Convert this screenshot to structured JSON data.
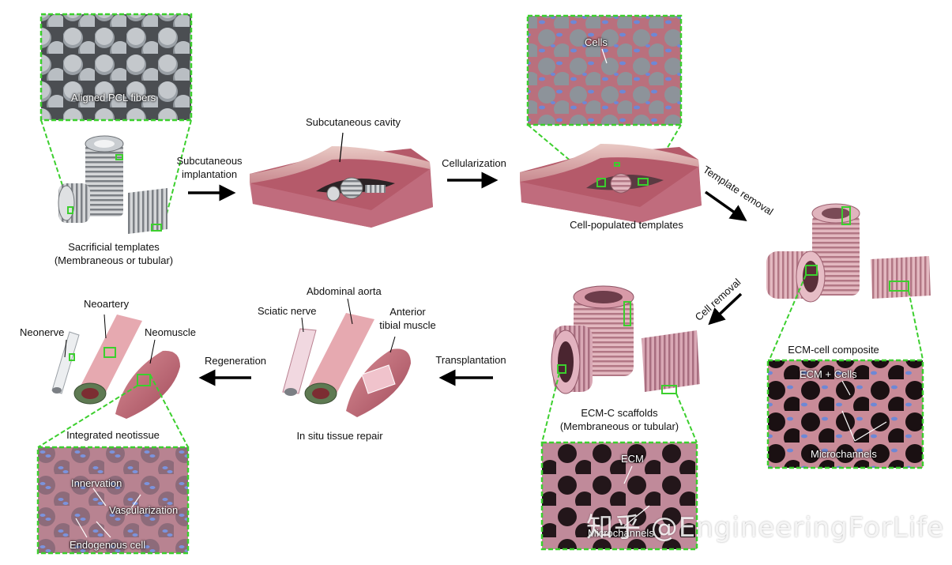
{
  "labels": {
    "aligned_pcl": "Aligned PCL fibers",
    "sacrificial_1": "Sacrificial templates",
    "sacrificial_2": "(Membraneous or tubular)",
    "subcut_impl_1": "Subcutaneous",
    "subcut_impl_2": "implantation",
    "subcut_cavity": "Subcutaneous cavity",
    "cellularization": "Cellularization",
    "cells": "Cells",
    "cell_populated": "Cell-populated templates",
    "template_removal": "Template removal",
    "ecm_cell_composite": "ECM-cell composite",
    "ecm_plus_cells": "ECM + Cells",
    "microchannels_right": "Microchannels",
    "cell_removal": "Cell removal",
    "ecmc_1": "ECM-C scaffolds",
    "ecmc_2": "(Membraneous or tubular)",
    "ecm": "ECM",
    "microchannels_bottom": "Microchannels",
    "transplantation": "Transplantation",
    "abdominal_aorta": "Abdominal aorta",
    "sciatic_nerve": "Sciatic nerve",
    "anterior_1": "Anterior",
    "anterior_2": "tibial muscle",
    "in_situ": "In situ tissue repair",
    "regeneration": "Regeneration",
    "neoartery": "Neoartery",
    "neonerve": "Neonerve",
    "neomuscle": "Neomuscle",
    "integrated": "Integrated neotissue",
    "innervation": "Innervation",
    "vascularization": "Vascularization",
    "endogenous": "Endogenous cell"
  },
  "watermark": "知乎 @EngineeringForLife",
  "colors": {
    "inset_border": "#3ccf2e",
    "tissue_pink": "#c98a95",
    "fiber_gray": "#8a8f95",
    "arrow": "#000000"
  }
}
